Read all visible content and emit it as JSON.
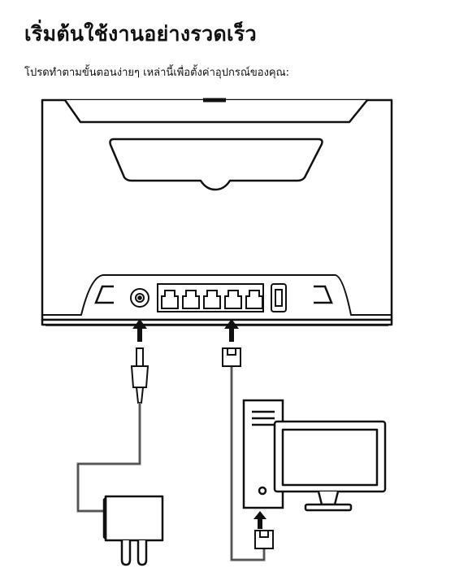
{
  "heading": "เริ่มต้นใช้งานอย่างรวดเร็ว",
  "intro": "โปรดทำตามขั้นตอนง่ายๆ เหล่านี้เพื่อตั้งค่าอุปกรณ์ของคุณ:",
  "colors": {
    "line": "#111111",
    "device_fill": "#ffffff",
    "cable": "#9a9a9a"
  },
  "illustration": {
    "router": {
      "lan_ports": 5
    },
    "icons": [
      "router-icon",
      "power-port-icon",
      "ethernet-port-icon",
      "usb-port-icon",
      "power-plug-icon",
      "power-adapter-icon",
      "ethernet-connector-icon",
      "computer-tower-icon",
      "monitor-icon",
      "arrow-up-icon"
    ]
  }
}
